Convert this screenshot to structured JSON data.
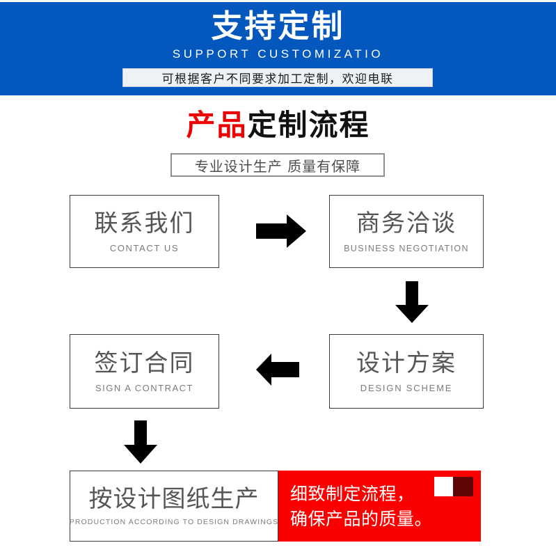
{
  "banner": {
    "title": "支持定制",
    "subtitle": "SUPPORT CUSTOMIZATIO",
    "tagline": "可根据客户不同要求加工定制，欢迎电联",
    "bg_color": "#0457bc",
    "tagline_bg": "#eef1f6"
  },
  "section": {
    "title_red": "产品",
    "title_black": "定制流程",
    "subtitle": "专业设计生产 质量有保障",
    "accent_red": "#ee0000"
  },
  "flow": {
    "steps": [
      {
        "cn": "联系我们",
        "en": "CONTACT US"
      },
      {
        "cn": "商务洽谈",
        "en": "BUSINESS  NEGOTIATION"
      },
      {
        "cn": "设计方案",
        "en": "DESIGN  SCHEME"
      },
      {
        "cn": "签订合同",
        "en": "SIGN A CONTRACT"
      },
      {
        "cn": "按设计图纸生产",
        "en": "PRODUCTION ACCORDING TO DESIGN DRAWINGS"
      }
    ],
    "arrows": [
      {
        "name": "arrow-right-icon",
        "direction": "right"
      },
      {
        "name": "arrow-down-icon",
        "direction": "down"
      },
      {
        "name": "arrow-left-icon",
        "direction": "left"
      },
      {
        "name": "arrow-down-icon",
        "direction": "down"
      }
    ]
  },
  "promo": {
    "line1": "细致制定流程，",
    "line2": "确保产品的质量。",
    "bg_color": "#fb0000",
    "swatch_white": "#ffffff",
    "swatch_dark": "#5e0505"
  }
}
